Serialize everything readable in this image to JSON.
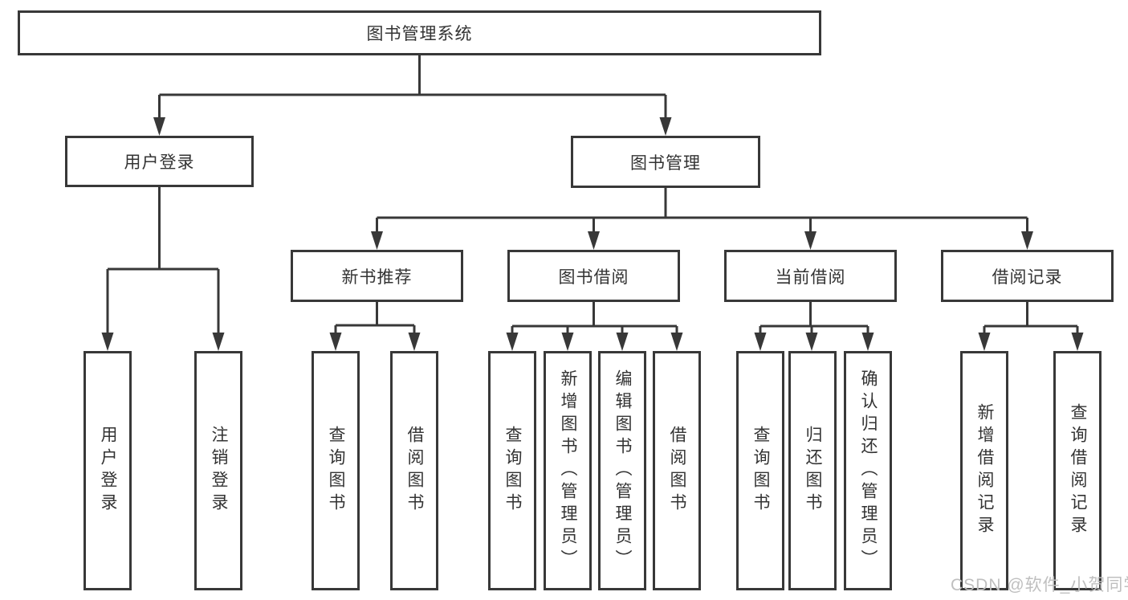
{
  "diagram_title": "图书管理系统",
  "tree": {
    "root": {
      "label": "图书管理系统"
    },
    "branches": {
      "user_login": {
        "label": "用户登录",
        "children": {
          "login": {
            "label": "用户登录"
          },
          "logout": {
            "label": "注销登录"
          }
        }
      },
      "book_management": {
        "label": "图书管理",
        "children": {
          "new_book_recommend": {
            "label": "新书推荐",
            "children": {
              "query_book": {
                "label": "查询图书"
              },
              "borrow_book": {
                "label": "借阅图书"
              }
            }
          },
          "book_borrowing": {
            "label": "图书借阅",
            "children": {
              "query_book": {
                "label": "查询图书"
              },
              "add_book": {
                "label": "新增图书（管理员）"
              },
              "edit_book": {
                "label": "编辑图书（管理员）"
              },
              "borrow_book": {
                "label": "借阅图书"
              }
            }
          },
          "current_borrowing": {
            "label": "当前借阅",
            "children": {
              "query_book": {
                "label": "查询图书"
              },
              "return_book": {
                "label": "归还图书"
              },
              "confirm_return": {
                "label": "确认归还（管理员）"
              }
            }
          },
          "borrowing_records": {
            "label": "借阅记录",
            "children": {
              "add_record": {
                "label": "新增借阅记录"
              },
              "query_record": {
                "label": "查询借阅记录"
              }
            }
          }
        }
      }
    }
  },
  "watermark": {
    "text": "CSDN @软件_小贺同学",
    "color": "#bfbfbf"
  },
  "colors": {
    "line": "#383838",
    "border": "#383838",
    "text": "#333333",
    "background": "#ffffff",
    "box_fill": "#ffffff"
  }
}
